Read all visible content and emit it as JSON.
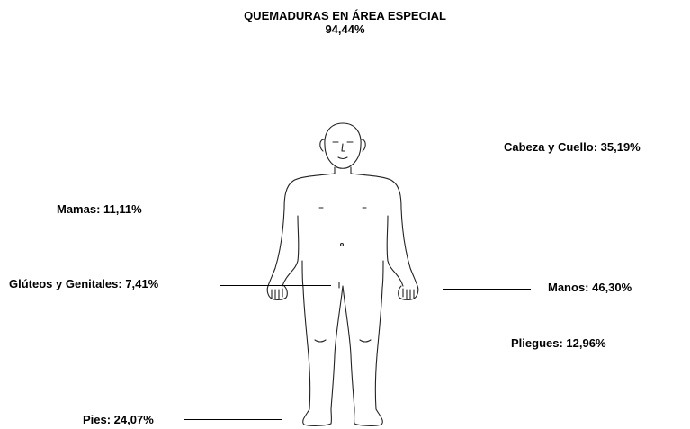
{
  "diagram": {
    "title": "QUEMADURAS EN ÁREA ESPECIAL",
    "total": "94,44%",
    "regions": [
      {
        "id": "cabeza",
        "label": "Cabeza y Cuello: 35,19%"
      },
      {
        "id": "mamas",
        "label": "Mamas: 11,11%"
      },
      {
        "id": "gluteos",
        "label": "Glúteos y Genitales: 7,41%"
      },
      {
        "id": "manos",
        "label": "Manos: 46,30%"
      },
      {
        "id": "pliegues",
        "label": "Pliegues: 12,96%"
      },
      {
        "id": "pies",
        "label": "Pies: 24,07%"
      }
    ]
  }
}
